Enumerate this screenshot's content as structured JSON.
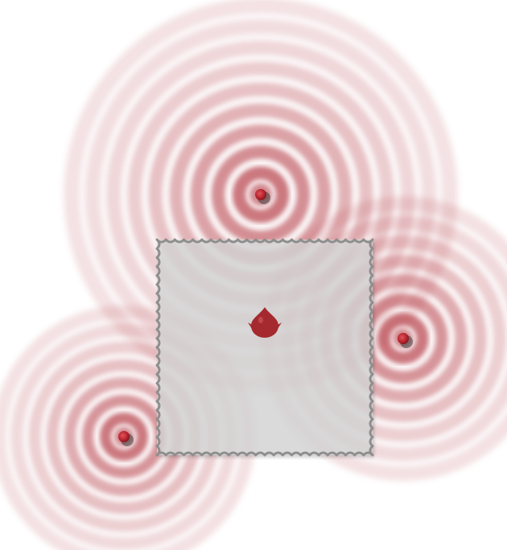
{
  "scene": {
    "background": "#ffffff",
    "ripple_color": "#b0303a",
    "ripple_light": "#f3dcdc",
    "panel_fill": "#dcdddd",
    "panel_edge": "#8e8e8e",
    "marker_color": "#a52a2f"
  },
  "ripple_sources": [
    {
      "id": "top-source",
      "rings": 9
    },
    {
      "id": "right-source",
      "rings": 7
    },
    {
      "id": "left-source",
      "rings": 7
    }
  ],
  "center_marker": {
    "icon": "drop-marker-icon"
  }
}
